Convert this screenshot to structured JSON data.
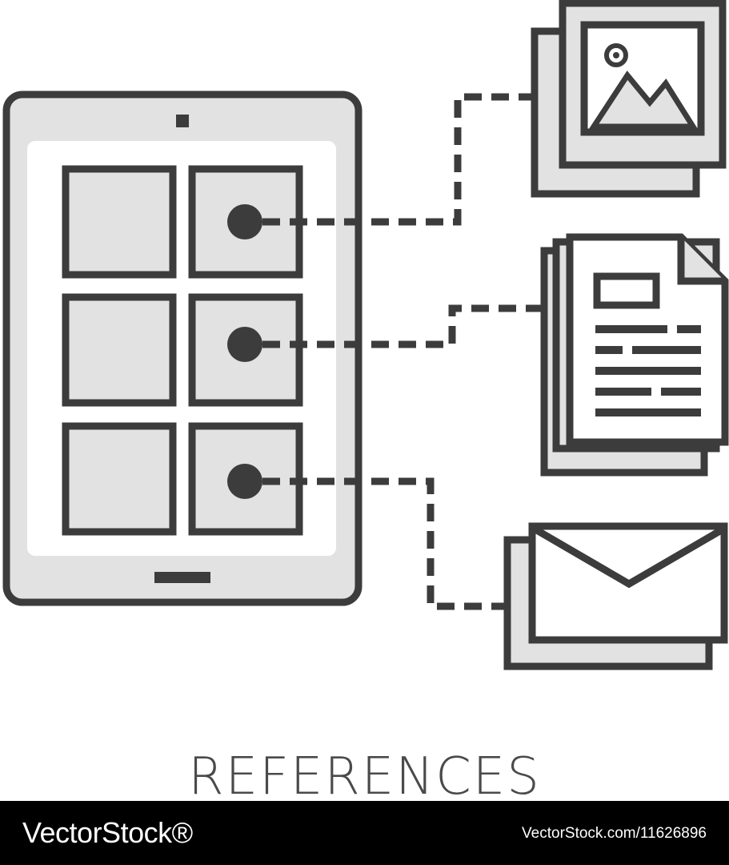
{
  "caption": {
    "text": "REFERENCES"
  },
  "footer": {
    "brand": "VectorStock®",
    "url": "VectorStock.com/11626896"
  },
  "illustration": {
    "stroke_color": "#3c3c3c",
    "fill_color": "#e2e2e2",
    "background_color": "#ffffff",
    "icons": [
      "tablet-icon",
      "image-stack-icon",
      "document-stack-icon",
      "envelope-stack-icon"
    ]
  }
}
